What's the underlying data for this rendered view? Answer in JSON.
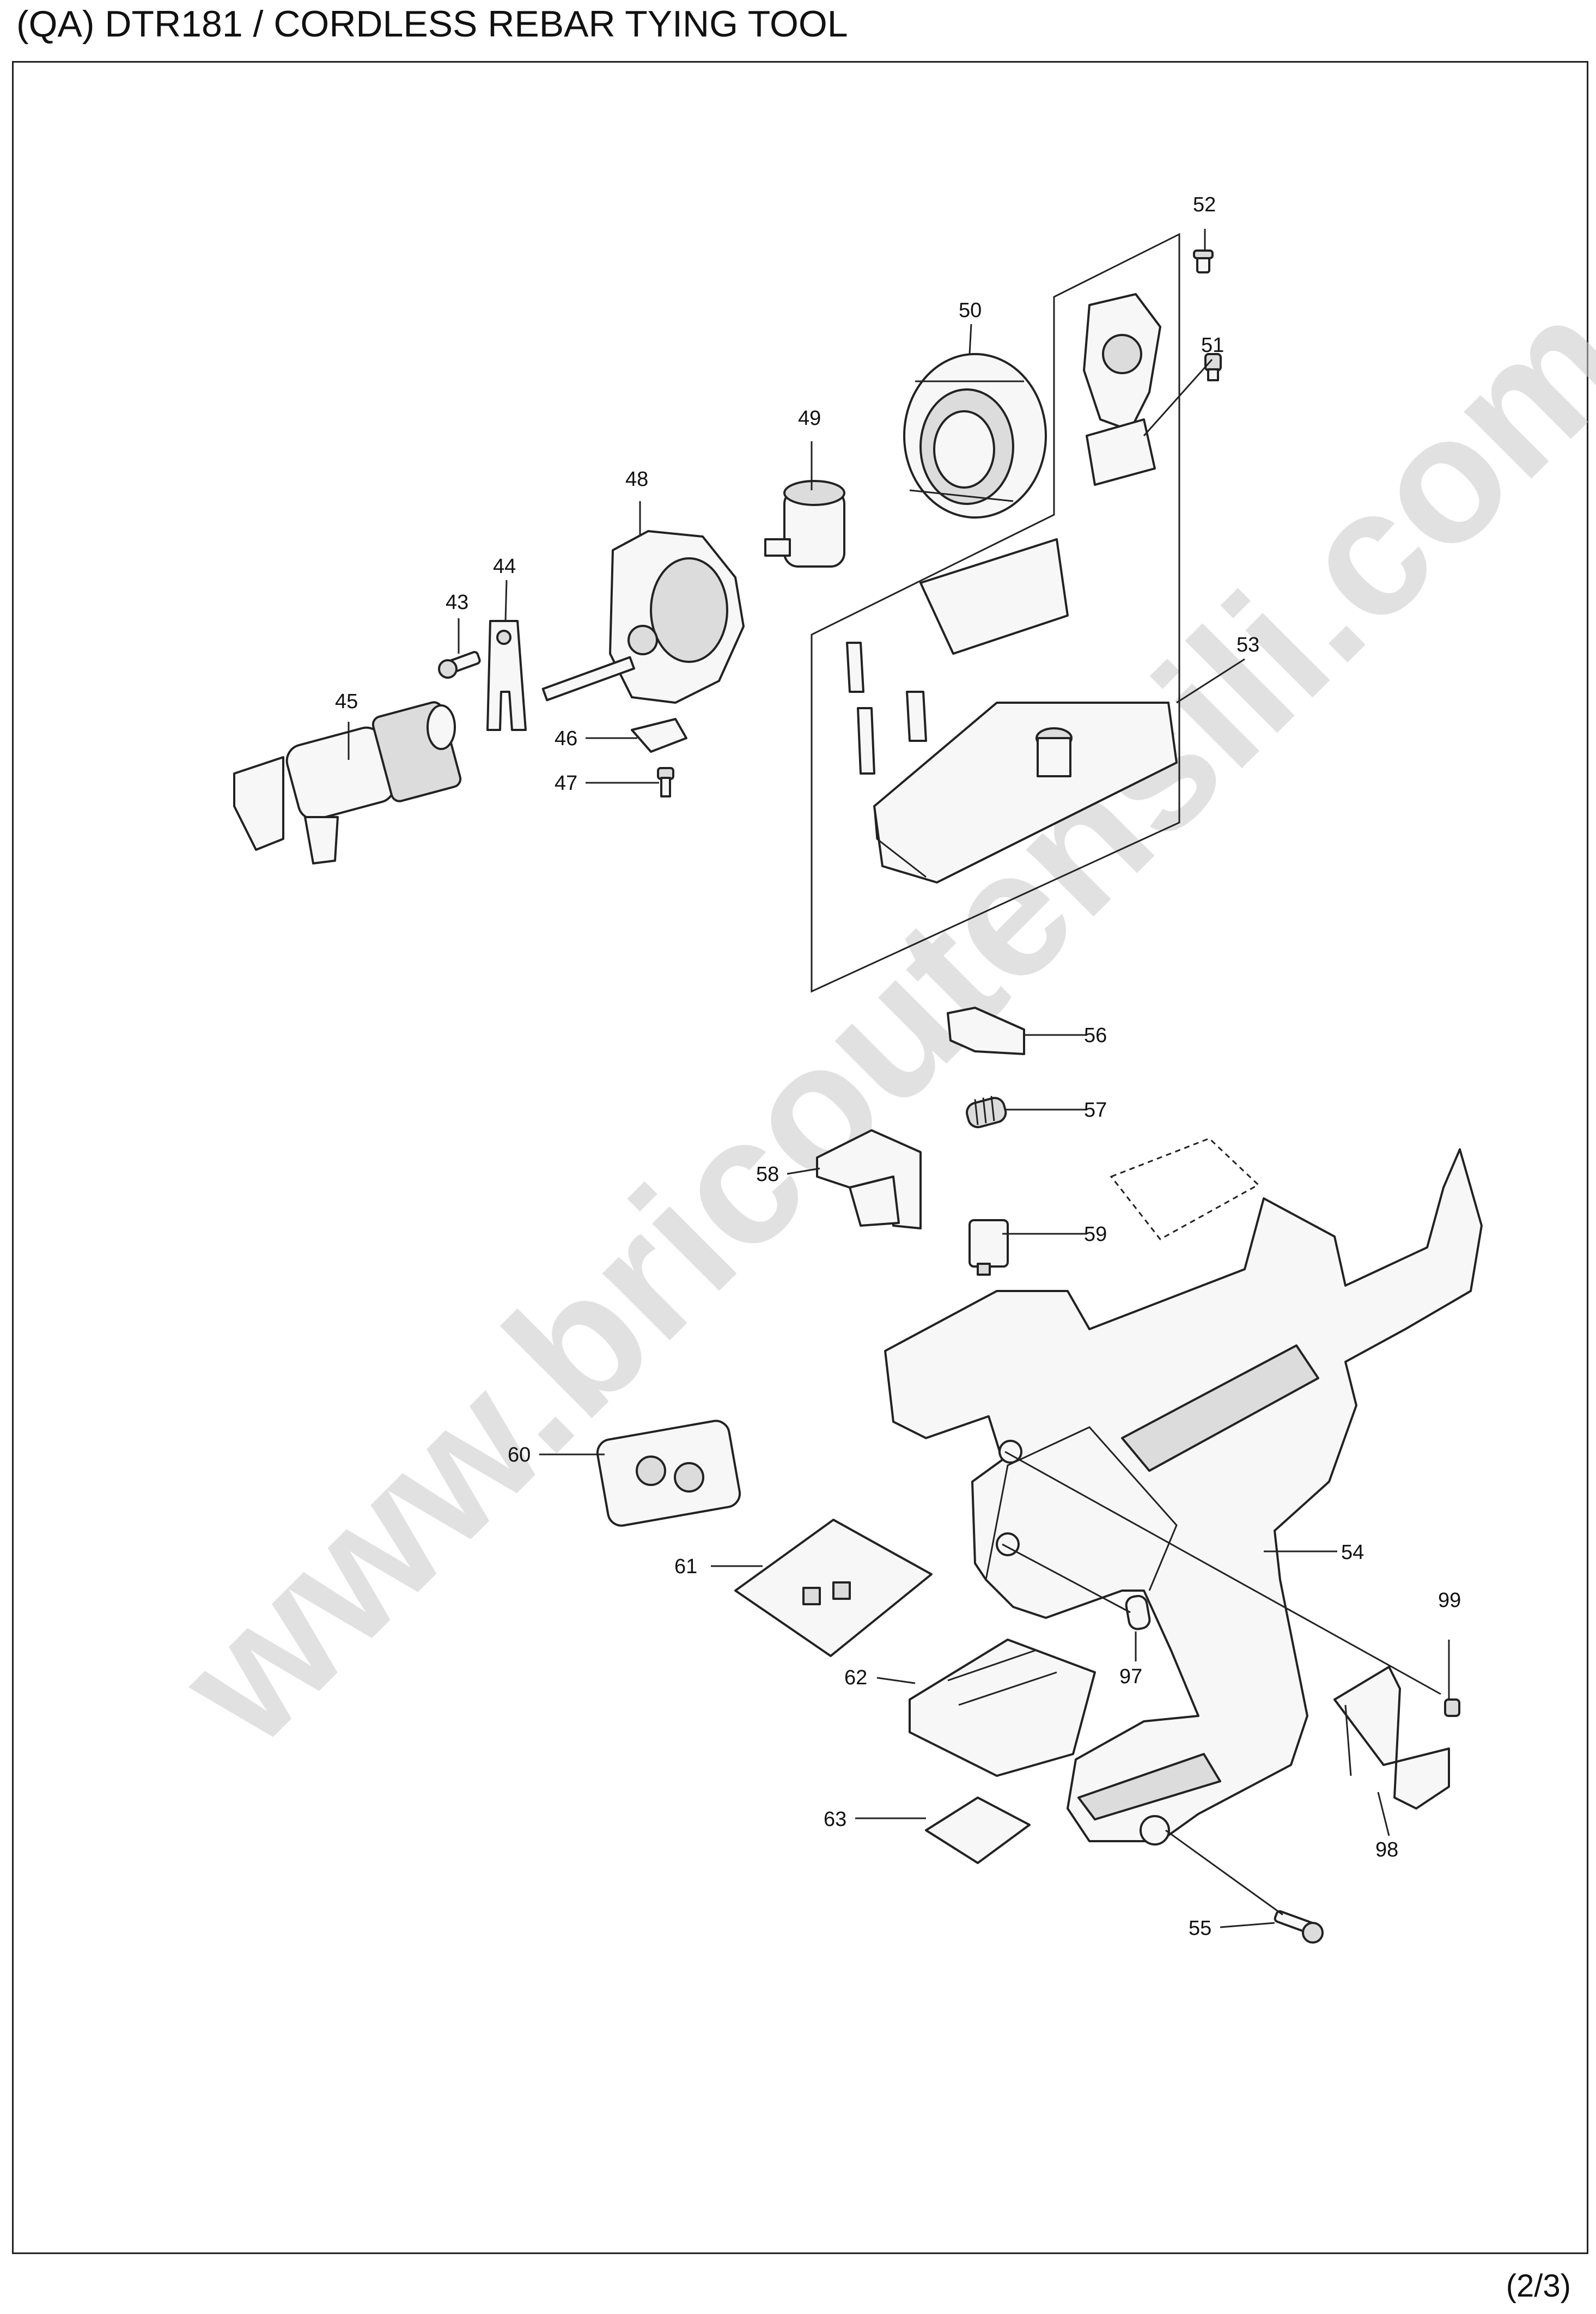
{
  "header": {
    "title": "(QA) DTR181 / CORDLESS REBAR TYING TOOL"
  },
  "footer": {
    "page": "(2/3)"
  },
  "watermark": {
    "text": "www.bricoutensili.com"
  },
  "callouts": [
    "52",
    "50",
    "51",
    "49",
    "48",
    "44",
    "43",
    "53",
    "45",
    "46",
    "47",
    "56",
    "57",
    "58",
    "59",
    "60",
    "54",
    "99",
    "61",
    "97",
    "62",
    "98",
    "63",
    "55"
  ]
}
